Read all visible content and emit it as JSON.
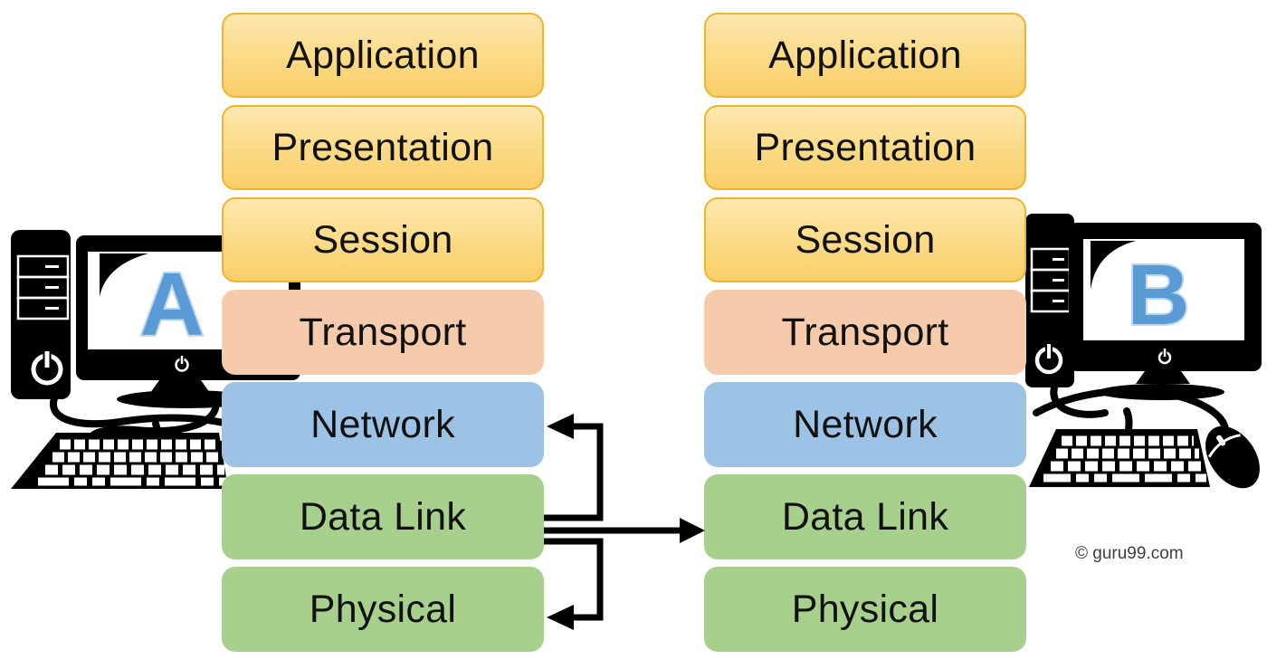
{
  "watermark": "© guru99.com",
  "devices": {
    "left": "A",
    "right": "B"
  },
  "layers_left": [
    "Application",
    "Presentation",
    "Session",
    "Transport",
    "Network",
    "Data Link",
    "Physical"
  ],
  "layers_right": [
    "Application",
    "Presentation",
    "Session",
    "Transport",
    "Network",
    "Data Link",
    "Physical"
  ],
  "colors": {
    "upper_layers_fill_top": "#FDE8B0",
    "upper_layers_fill_bottom": "#F9CE69",
    "upper_layers_border": "#EFB42A",
    "transport_fill": "#F6CBAB",
    "network_fill": "#9CC3E5",
    "datalink_physical_fill": "#A8D08D",
    "device_letter_blue": "#5B9BD5",
    "arrow_black": "#000000",
    "label_text": "#111111"
  },
  "arrows": [
    {
      "id": "datalink-a-to-network-a",
      "from": "Data Link (A)",
      "to": "Network (A)",
      "head": "left"
    },
    {
      "id": "datalink-a-to-datalink-b",
      "from": "Data Link (A)",
      "to": "Data Link (B)",
      "head": "right"
    },
    {
      "id": "datalink-a-to-physical-a",
      "from": "Data Link (A)",
      "to": "Physical (A)",
      "head": "left"
    }
  ]
}
